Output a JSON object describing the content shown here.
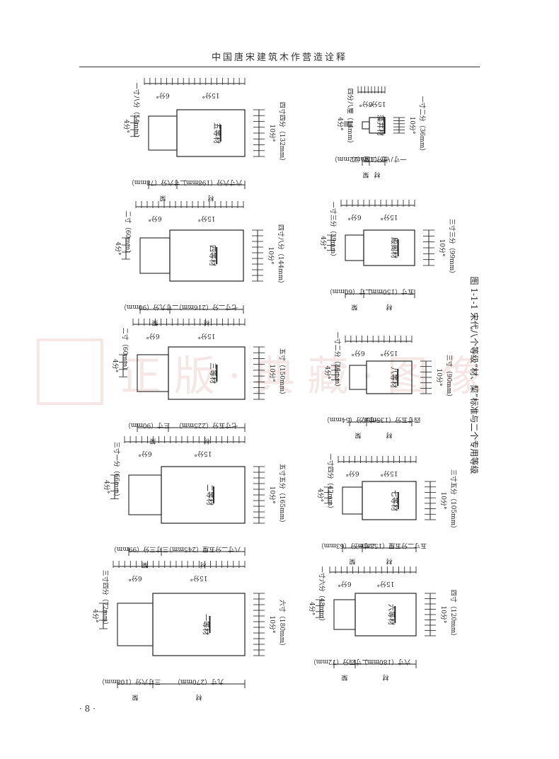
{
  "header": {
    "title": "中国唐宋建筑木作营造诠释"
  },
  "page": {
    "number": "· 8 ·"
  },
  "caption": "图 1-1-1   宋代八个等级“材、栔”标准与二个专用等级",
  "labels": {
    "cai": "材",
    "qi": "栔",
    "fen4": "4分°",
    "fen10": "10分°",
    "fen15": "15分°",
    "fen6": "6分°"
  },
  "grades": [
    {
      "name": "一等材",
      "qi_size": "三寸四分（72mm）",
      "depth": "六寸（180mm）",
      "cai_len": "九寸（270mm）",
      "qi_len": "三寸六分（108mm）"
    },
    {
      "name": "二等材",
      "qi_size": "三寸一分（66mm）",
      "depth": "五寸五分（165mm）",
      "cai_len": "八寸二分五厘（245mm）",
      "qi_len": "三寸三分（99mm）"
    },
    {
      "name": "三等材",
      "qi_size": "二寸（60mm）",
      "depth": "五寸（150mm）",
      "cai_len": "七寸五分（225mm）",
      "qi_len": "三寸（90mm）"
    },
    {
      "name": "四等材",
      "qi_size": "二寸（60mm）",
      "depth": "四寸八分（144mm）",
      "cai_len": "七寸二分（216mm）",
      "qi_len": "二寸九分（90mm）"
    },
    {
      "name": "五等材",
      "qi_size": "一寸八分（54mm）",
      "depth": "四寸四分（132mm）",
      "cai_len": "六寸六分（198mm）",
      "qi_len": "二寸六分（78mm）"
    },
    {
      "name": "六等材",
      "qi_size": "一寸六分（48mm）",
      "depth": "四寸（120mm）",
      "cai_len": "六寸（180mm）",
      "qi_len": "二寸四分（72mm）"
    },
    {
      "name": "七等材",
      "qi_size": "一寸四分（42mm）",
      "depth": "三寸五分（105mm）",
      "cai_len": "五寸二分五厘（158mm）",
      "qi_len": "二寸一分（63mm）"
    },
    {
      "name": "八等材",
      "qi_size": "一寸二分（36mm）",
      "depth": "三寸（90mm）",
      "cai_len": "四寸五分（135mm）",
      "qi_len": "一寸八分（54mm）"
    },
    {
      "name": "殿阁材",
      "qi_size": "一寸三分（39mm）",
      "depth": "三寸三分（99mm）",
      "cai_len": "五寸（150mm）",
      "qi_len": "二寸（60mm）"
    },
    {
      "name": "藻井材",
      "qi_size": "四分八厘（14mm）",
      "depth": "一寸二分（36mm）",
      "cai_len": "一寸八分（45mm）",
      "qi_len": "七分二厘（22mm）"
    }
  ],
  "watermark": "正版·典藏·图像"
}
